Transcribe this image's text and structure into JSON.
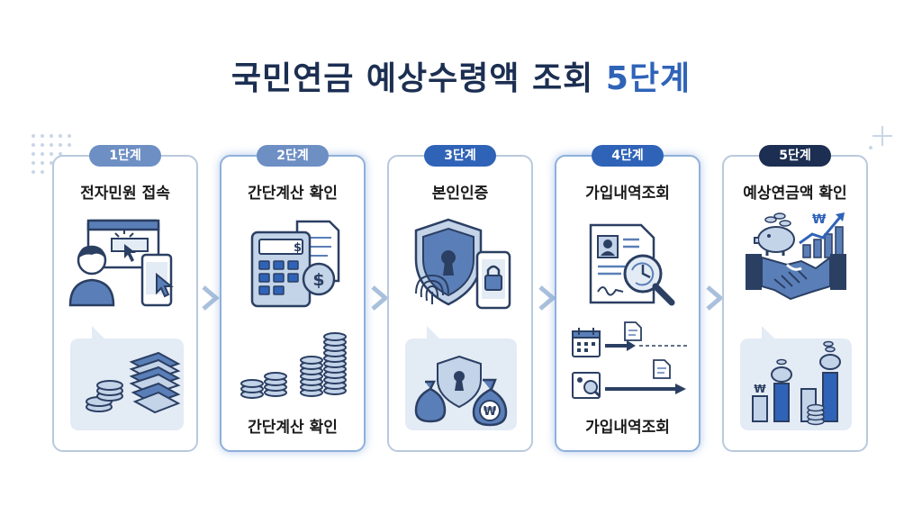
{
  "title": {
    "main": "국민연금 예상수령액 조회",
    "accent": "5단계"
  },
  "steps": [
    {
      "badge": "1단계",
      "label": "전자민원 접속"
    },
    {
      "badge": "2단계",
      "label": "간단계산 확인",
      "label2": "간단계산 확인"
    },
    {
      "badge": "3단계",
      "label": "본인인증"
    },
    {
      "badge": "4단계",
      "label": "가입내역조회",
      "label2": "가입내역조회"
    },
    {
      "badge": "5단계",
      "label": "예상연금액 확인"
    }
  ],
  "symbols": {
    "dollar": "$",
    "won": "₩"
  },
  "colors": {
    "navy": "#1c2f52",
    "blue": "#2f63b8",
    "mid": "#5a7fb8",
    "light": "#e3ebf5",
    "outline": "#2b3f63",
    "badge_light": "#6d8fc4"
  }
}
